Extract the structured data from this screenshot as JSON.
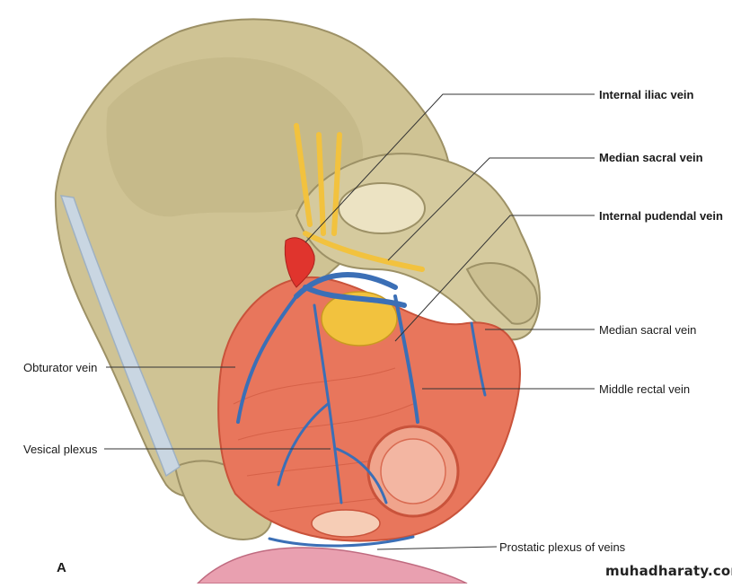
{
  "figure": {
    "panel_letter": "A",
    "watermark": "muhadharaty.com"
  },
  "labels": {
    "internal_iliac_vein": "Internal iliac vein",
    "median_sacral_vein_top": "Median sacral vein",
    "internal_pudendal_vein": "Internal pudendal vein",
    "median_sacral_vein_right": "Median sacral vein",
    "middle_rectal_vein": "Middle rectal vein",
    "obturator_vein": "Obturator vein",
    "vesical_plexus": "Vesical plexus",
    "prostatic_plexus": "Prostatic plexus of veins"
  },
  "colors": {
    "bone": "#cfc394",
    "bone_shadow": "#a89c6e",
    "muscle": "#e8765c",
    "muscle_dark": "#c9533b",
    "vein_blue": "#3b6fb6",
    "artery_red": "#e0342d",
    "nerve_yellow": "#f2c23e",
    "ligament": "#c9d6e2",
    "leader": "#333333"
  }
}
